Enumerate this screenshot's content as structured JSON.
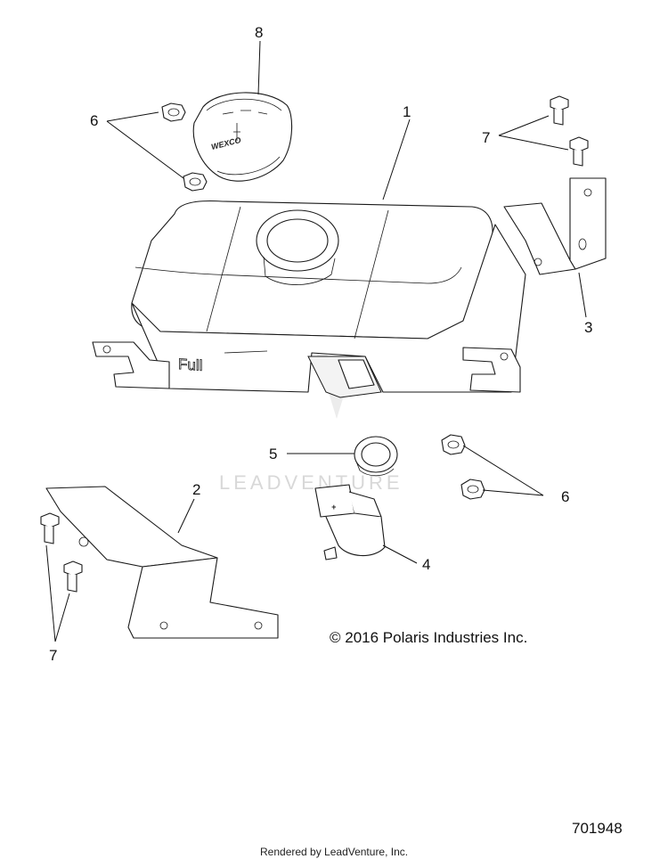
{
  "callouts": {
    "c1": "1",
    "c2": "2",
    "c3": "3",
    "c4": "4",
    "c5": "5",
    "c6_top": "6",
    "c6_right": "6",
    "c7_top": "7",
    "c7_bottom": "7",
    "c8": "8"
  },
  "tank_marking": "Full",
  "cap_brand": "WEXCO",
  "connector_mark": "+",
  "watermark": "LEADVENTURE",
  "copyright": "© 2016 Polaris Industries Inc.",
  "document_number": "701948",
  "footer": "Rendered by LeadVenture, Inc."
}
